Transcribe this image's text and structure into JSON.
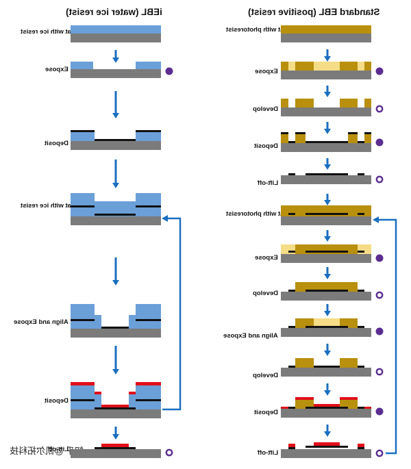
{
  "headers": {
    "left": "iEBL (water ice resist)",
    "right": "Standard EBL (positive resist)"
  },
  "left_steps": [
    {
      "label": "Coat with ice resist"
    },
    {
      "label": "Expose",
      "marker": "filled"
    },
    {
      "label": "Deposit"
    },
    {
      "label": "Coat with ice resist"
    },
    {
      "label": "Align and Expose"
    },
    {
      "label": "Deposit"
    },
    {
      "label": "Lift-off",
      "marker": "open"
    }
  ],
  "right_steps": [
    {
      "label": "Coat with photoresist"
    },
    {
      "label": "Expose",
      "marker": "filled"
    },
    {
      "label": "Develop",
      "marker": "open"
    },
    {
      "label": "Deposit",
      "marker": "filled"
    },
    {
      "label": "Lift-off",
      "marker": "open"
    },
    {
      "label": "Coat with photoresist"
    },
    {
      "label": "Expose",
      "marker": "filled"
    },
    {
      "label": "Develop",
      "marker": "open"
    },
    {
      "label": "Align and Expose",
      "marker": "filled"
    },
    {
      "label": "Develop",
      "marker": "open"
    },
    {
      "label": "Deposit",
      "marker": "filled"
    },
    {
      "label": "Lift-off",
      "marker": "open"
    }
  ],
  "watermark": "知乎 @凯尔拓科技",
  "colors": {
    "substrate": "#7b7b7b",
    "ice_resist": "#6b9fd8",
    "photoresist": "#b8900e",
    "exposed_resist": "#f5dc86",
    "metal_1": "#111111",
    "metal_2": "#e0101a",
    "arrow": "#1a6fc0",
    "marker": "#5b2d91"
  }
}
